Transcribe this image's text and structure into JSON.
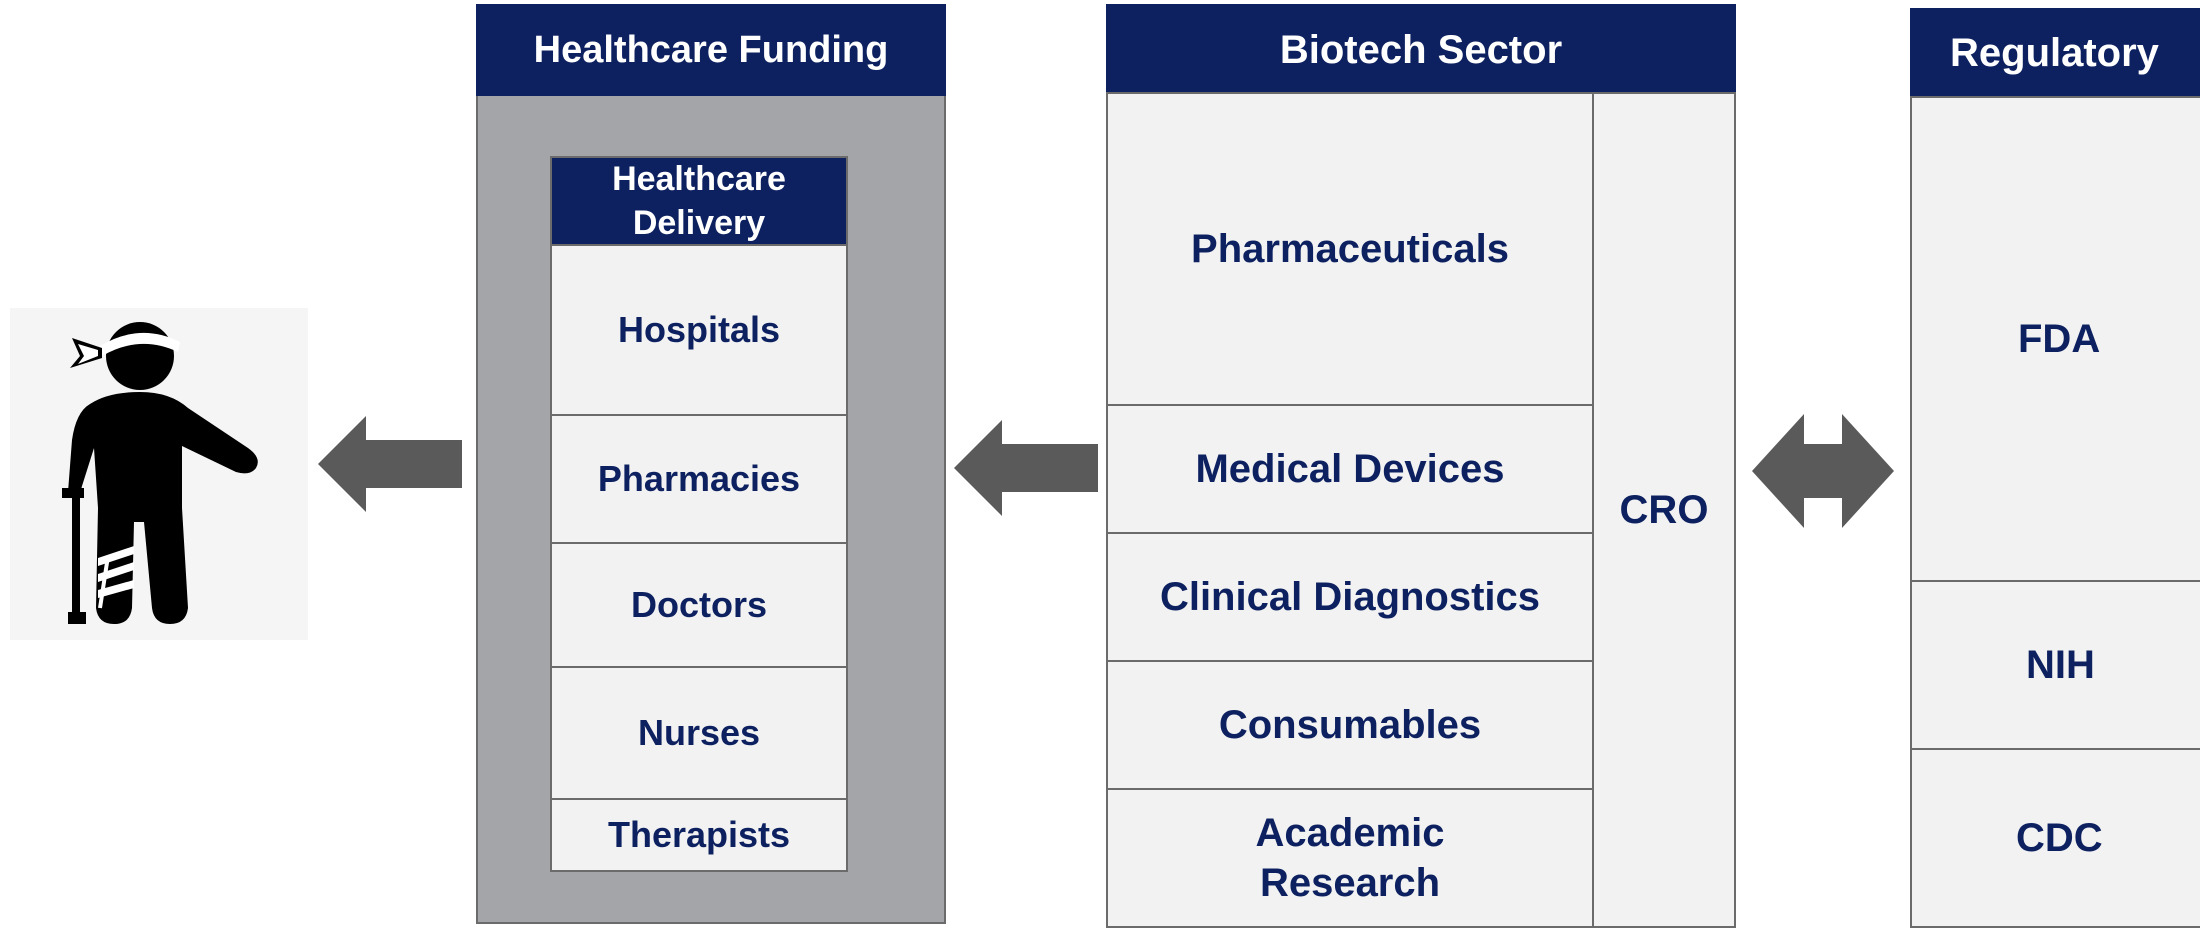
{
  "columns": {
    "funding": {
      "title": "Healthcare Funding",
      "delivery": {
        "title_line1": "Healthcare",
        "title_line2": "Delivery",
        "items": [
          "Hospitals",
          "Pharmacies",
          "Doctors",
          "Nurses",
          "Therapists"
        ]
      }
    },
    "biotech": {
      "title": "Biotech Sector",
      "items": [
        "Pharmaceuticals",
        "Medical Devices",
        "Clinical Diagnostics",
        "Consumables"
      ],
      "academic_line1": "Academic",
      "academic_line2": "Research",
      "side": "CRO"
    },
    "regulatory": {
      "title": "Regulatory",
      "items": [
        "FDA",
        "NIH",
        "CDC"
      ]
    }
  },
  "icons": {
    "patient": "injured-patient-icon",
    "arrow_left_1": "arrow-left-icon",
    "arrow_left_2": "arrow-left-icon",
    "arrow_both": "double-arrow-icon"
  },
  "colors": {
    "navy": "#0d2160",
    "panel_gray": "#a4a5a9",
    "cell_bg": "#f2f2f2",
    "arrow_gray": "#5a5a5a"
  }
}
